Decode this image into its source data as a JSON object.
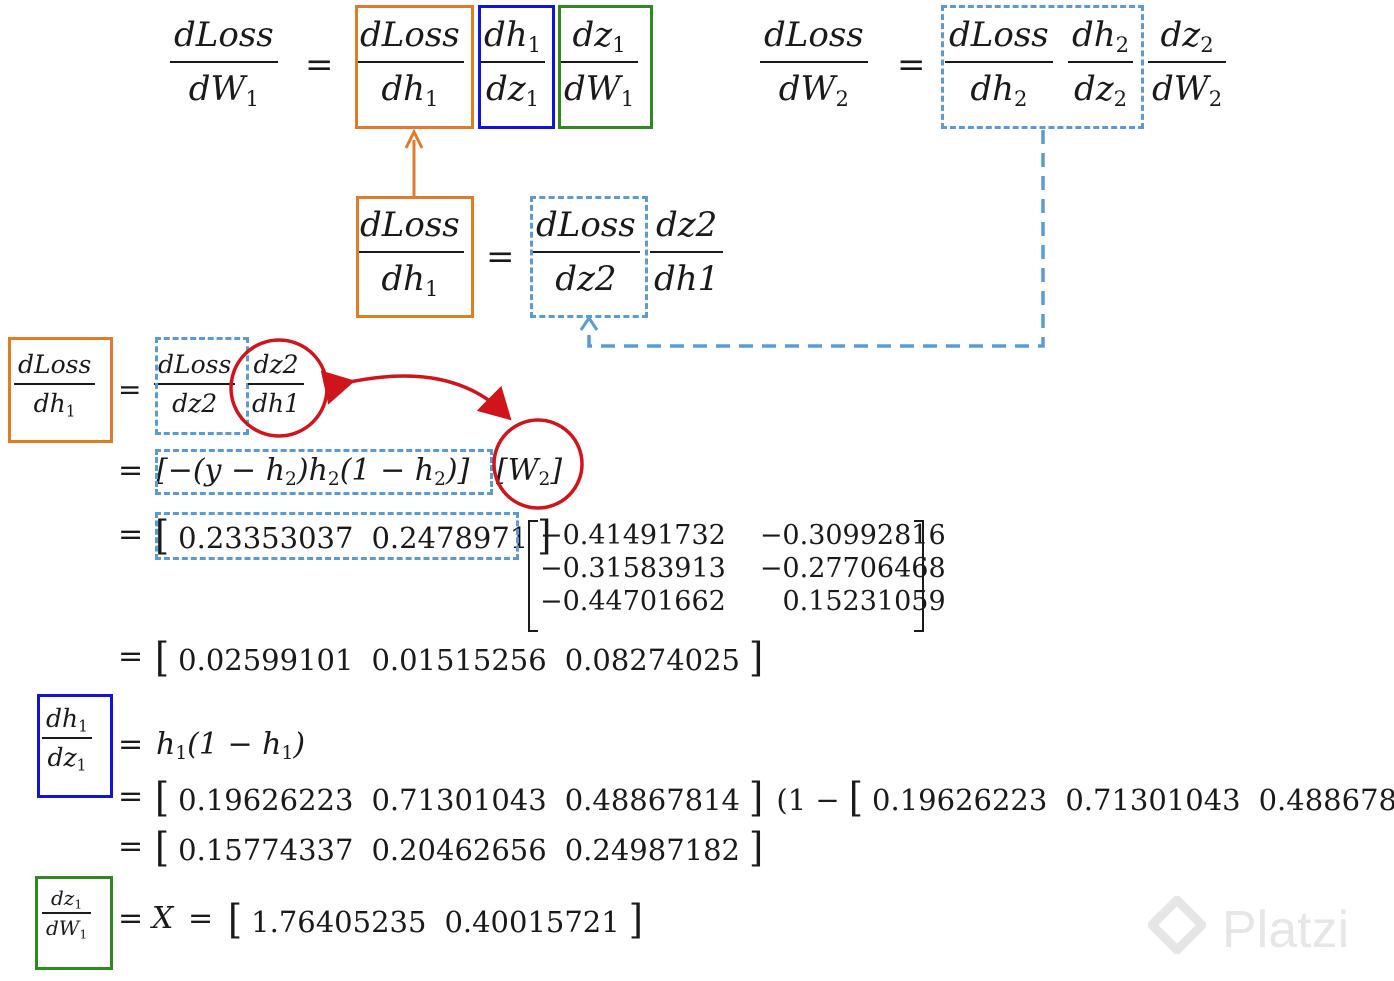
{
  "top": {
    "lhs1_num": "dLoss",
    "lhs1_den": "dW",
    "lhs1_den_sub": "1",
    "f1_num": "dLoss",
    "f1_den": "dh",
    "f1_den_sub": "1",
    "f2_num": "dh",
    "f2_num_sub": "1",
    "f2_den": "dz",
    "f2_den_sub": "1",
    "f3_num": "dz",
    "f3_num_sub": "1",
    "f3_den": "dW",
    "f3_den_sub": "1",
    "eq": "="
  },
  "top2": {
    "lhs_num": "dLoss",
    "lhs_den": "dW",
    "lhs_den_sub": "2",
    "f1_num": "dLoss",
    "f1_den": "dh",
    "f1_den_sub": "2",
    "f2_num": "dh",
    "f2_num_sub": "2",
    "f2_den": "dz",
    "f2_den_sub": "2",
    "f3_num": "dz",
    "f3_num_sub": "2",
    "f3_den": "dW",
    "f3_den_sub": "2",
    "eq": "="
  },
  "mid": {
    "lhs_num": "dLoss",
    "lhs_den": "dh",
    "lhs_den_sub": "1",
    "f1_num": "dLoss",
    "f1_den": "dz2",
    "f2_num": "dz2",
    "f2_den": "dh1",
    "eq": "="
  },
  "lower": {
    "lhs_num": "dLoss",
    "lhs_den": "dh",
    "lhs_den_sub": "1",
    "f1_num": "dLoss",
    "f1_den": "dz2",
    "f2_num": "dz2",
    "f2_den": "dh1",
    "eq": "=",
    "line2_a": "[−(y − h",
    "line2_b": ")h",
    "line2_c": "(1 − h",
    "line2_d": ")]",
    "line2_e": "[W",
    "line2_f": "]",
    "sub2": "2",
    "vec_a": [
      "0.23353037",
      "0.2478971"
    ],
    "matrix": [
      [
        "−0.41491732",
        "−0.30992816"
      ],
      [
        "−0.31583913",
        "−0.27706468"
      ],
      [
        "−0.44701662",
        "0.15231059"
      ]
    ],
    "result": [
      "0.02599101",
      "0.01515256",
      "0.08274025"
    ]
  },
  "dh": {
    "num": "dh",
    "num_sub": "1",
    "den": "dz",
    "den_sub": "1",
    "line1_a": "h",
    "line1_b": "(1 − h",
    "line1_c": ")",
    "sub1": "1",
    "vec": [
      "0.19626223",
      "0.71301043",
      "0.48867814"
    ],
    "minus_prefix": "(1 −",
    "close_paren": ")",
    "result": [
      "0.15774337",
      "0.20462656",
      "0.24987182"
    ]
  },
  "dz": {
    "num": "dz",
    "num_sub": "1",
    "den": "dW",
    "den_sub": "1",
    "x": "X",
    "eq2": "=",
    "vec": [
      "1.76405235",
      "0.40015721"
    ]
  },
  "watermark": "Platzi",
  "colors": {
    "orange": "#E07B2A",
    "blue": "#1414d8",
    "green": "#2c8a1e",
    "dashed": "#5b9bd5",
    "red": "#d0141c"
  }
}
